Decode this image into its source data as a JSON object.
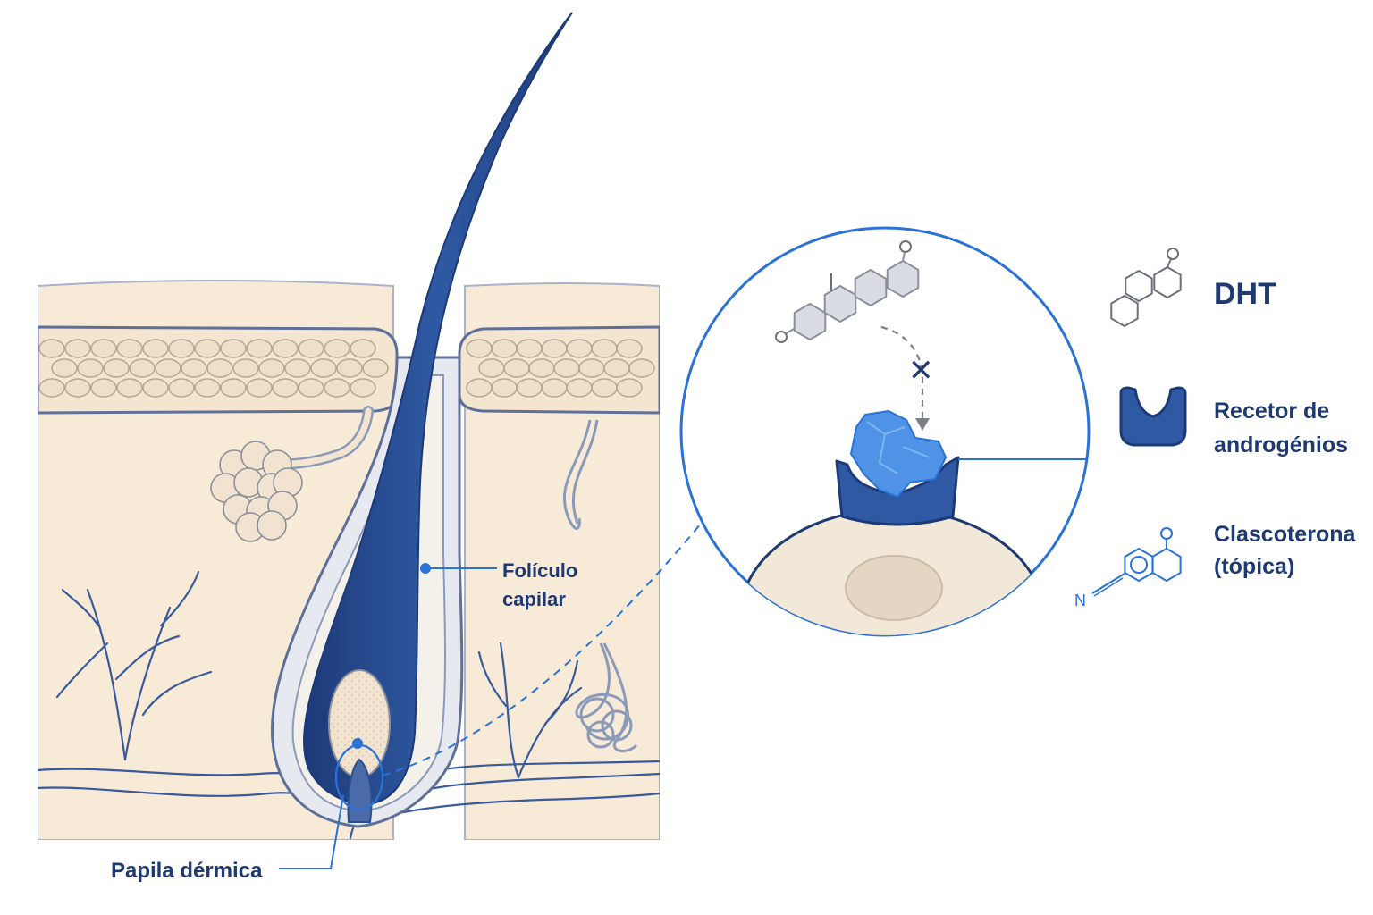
{
  "diagram": {
    "colors": {
      "navy": "#1f3a70",
      "hair_blue": "#2a4f8f",
      "accent_blue": "#2a72d8",
      "skin": "#f7ead7",
      "cell_fill": "#f1e3cf",
      "outline": "#8a9ab8"
    },
    "annotations": {
      "follicle_label_line1": "Folículo",
      "follicle_label_line2": "capilar",
      "papilla_label": "Papila dérmica"
    },
    "zoom": {
      "blocked_symbol": "✕"
    },
    "legend": {
      "items": [
        {
          "id": "dht",
          "label": "DHT",
          "icon": "steroid-molecule-icon"
        },
        {
          "id": "receptor",
          "label_line1": "Recetor de",
          "label_line2": "androgénios",
          "icon": "receptor-cup-icon"
        },
        {
          "id": "clascoterona",
          "label_line1": "Clascoterona",
          "label_line2": "(tópica)",
          "icon": "clascoterone-molecule-icon"
        }
      ],
      "nitrile_label": "N"
    }
  }
}
